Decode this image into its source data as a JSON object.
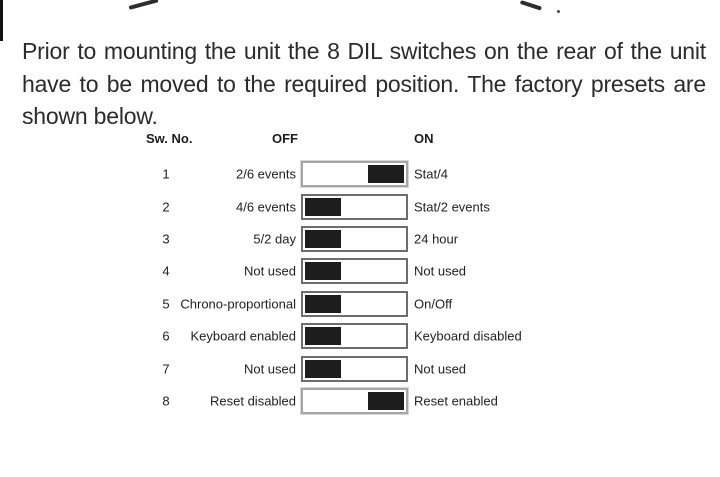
{
  "paragraph": "Prior to mounting the unit the 8 DIL switches on the rear of the unit have to be moved to the required position. The factory presets are shown below.",
  "table": {
    "headers": {
      "sw_no": "Sw. No.",
      "off": "OFF",
      "on": "ON"
    },
    "rows": [
      {
        "number": "1",
        "off_label": "2/6 events",
        "position": "on",
        "on_label": "Stat/4"
      },
      {
        "number": "2",
        "off_label": "4/6 events",
        "position": "off",
        "on_label": "Stat/2 events"
      },
      {
        "number": "3",
        "off_label": "5/2 day",
        "position": "off",
        "on_label": "24 hour"
      },
      {
        "number": "4",
        "off_label": "Not used",
        "position": "off",
        "on_label": "Not used"
      },
      {
        "number": "5",
        "off_label": "Chrono-proportional",
        "position": "off",
        "on_label": "On/Off"
      },
      {
        "number": "6",
        "off_label": "Keyboard enabled",
        "position": "off",
        "on_label": "Keyboard disabled"
      },
      {
        "number": "7",
        "off_label": "Not used",
        "position": "off",
        "on_label": "Not used"
      },
      {
        "number": "8",
        "off_label": "Reset disabled",
        "position": "on",
        "on_label": "Reset enabled"
      }
    ]
  },
  "colors": {
    "text": "#2b2b2b",
    "switch_knob": "#1d1d1d",
    "switch_border_off_position": "#6d6d6d",
    "switch_border_on_position": "#a6a6a6",
    "page_edge_bar": "#121212"
  }
}
